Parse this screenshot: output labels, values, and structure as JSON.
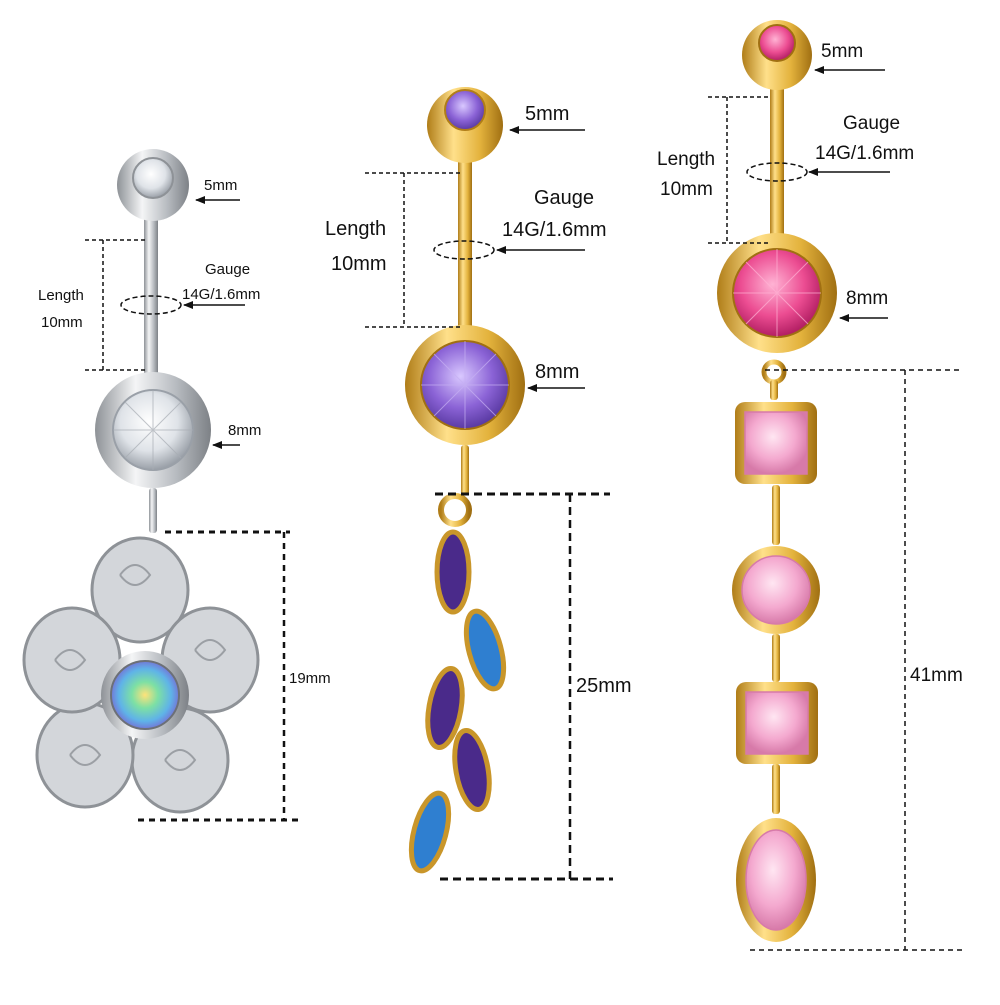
{
  "products": [
    {
      "name": "silver flower belly ring",
      "top_ball": "5mm",
      "gauge_label": "Gauge",
      "gauge_value": "14G/1.6mm",
      "length_label": "Length",
      "length_value": "10mm",
      "bottom_ball": "8mm",
      "dangle_length": "19mm",
      "colors": {
        "metal": "#c9ccd0",
        "gem_top": "#f2f4f7",
        "gem_main": "#eef1f5",
        "center_gem": "#5fb3e8"
      }
    },
    {
      "name": "gold purple leaf belly ring",
      "top_ball": "5mm",
      "gauge_label": "Gauge",
      "gauge_value": "14G/1.6mm",
      "length_label": "Length",
      "length_value": "10mm",
      "bottom_ball": "8mm",
      "dangle_length": "25mm",
      "colors": {
        "metal": "#e3b23c",
        "gem_top": "#b89be8",
        "gem_main": "#8b63d6",
        "leaf_a": "#4a2a8a",
        "leaf_b": "#2f7fd0"
      }
    },
    {
      "name": "gold pink chain belly ring",
      "top_ball": "5mm",
      "gauge_label": "Gauge",
      "gauge_value": "14G/1.6mm",
      "length_label": "Length",
      "length_value": "10mm",
      "bottom_ball": "8mm",
      "dangle_length": "41mm",
      "colors": {
        "metal": "#e3b23c",
        "gem_top": "#e63a86",
        "gem_main": "#ec4d92",
        "dangle_gem": "#f4a9cf"
      }
    }
  ]
}
